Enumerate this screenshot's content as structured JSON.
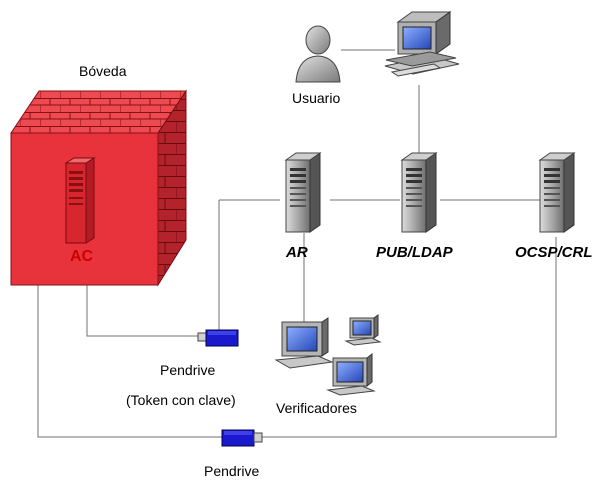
{
  "labels": {
    "vault": "Bóveda",
    "ac": "AC",
    "user": "Usuario",
    "ar": "AR",
    "pub_ldap": "PUB/LDAP",
    "ocsp_crl": "OCSP/CRL",
    "pendrive_top": "Pendrive",
    "token_note": "(Token con clave)",
    "verifiers": "Verificadores",
    "pendrive_bottom": "Pendrive"
  },
  "icons": [
    "vault-cube-icon",
    "server-tower-icon",
    "user-icon",
    "desktop-computer-icon",
    "pendrive-icon"
  ],
  "colors": {
    "vault_red": "#e8323c",
    "pendrive_blue": "#1a1acc",
    "server_gray": "#b4b4b4",
    "line": "#707070"
  }
}
